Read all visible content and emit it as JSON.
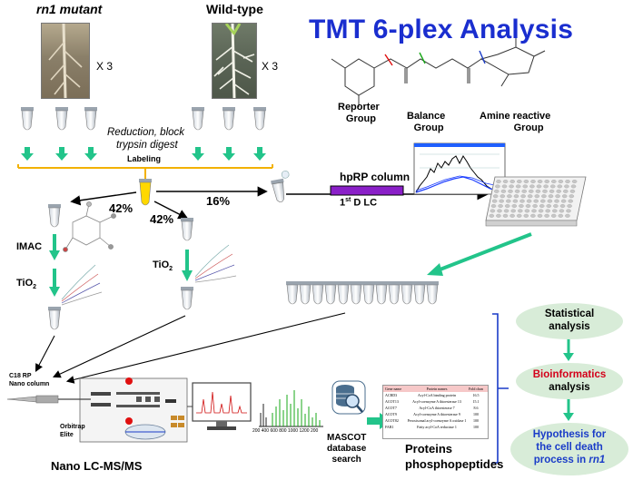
{
  "title": "TMT 6-plex Analysis",
  "samples": {
    "mutant_label": "rn1 mutant",
    "wildtype_label": "Wild-type",
    "mutant_replicates": "X 3",
    "wildtype_replicates": "X 3"
  },
  "steps": {
    "reduction": "Reduction, block",
    "digest": "trypsin digest",
    "labeling": "Labeling",
    "pct_left": "42%",
    "pct_mid": "42%",
    "pct_right": "16%",
    "hprp_column": "hpRP  column",
    "first_d_lc": "1",
    "first_d_lc_sup": "st",
    "first_d_lc_rest": " D LC",
    "imac": "IMAC",
    "tio2_left": "TiO",
    "tio2_left_sub": "2",
    "tio2_mid": "TiO",
    "tio2_mid_sub": "2"
  },
  "tmt_groups": {
    "reporter": "Reporter",
    "reporter2": "Group",
    "balance": "Balance",
    "balance2": "Group",
    "amine": "Amine reactive",
    "amine2": "Group"
  },
  "ms": {
    "c18": "C18 RP",
    "nano_column": "Nano column",
    "orbitrap": "Orbitrap",
    "elite": "Elite",
    "nano_lcms": "Nano LC-MS/MS",
    "axis_ticks": "200  400  600  800 1000 1200 200"
  },
  "search": {
    "mascot": "MASCOT",
    "database": "database",
    "search": "search",
    "proteins": "Proteins",
    "phospho": "phosphopeptides"
  },
  "results_table": {
    "headers": [
      "Gene name",
      "Protein names",
      "Fold change"
    ],
    "rows": [
      [
        "ACBD3",
        "Acyl-CoA binding protein",
        "16.5"
      ],
      [
        "ACOT13",
        "Acyl-coenzyme A thioesterase 13",
        "15.1"
      ],
      [
        "ACOT7",
        "Acyl-CoA thioesterase 7",
        "8.6"
      ],
      [
        "ACOT9",
        "Acyl-coenzyme A thioesterase 9",
        "100"
      ],
      [
        "ACOT82",
        "Peroxisomal acyl-coenzyme A oxidase 1",
        "100"
      ],
      [
        "FAR1",
        "Fatty acyl-CoA reductase 1",
        "100"
      ]
    ]
  },
  "pipeline": {
    "statistical": "Statistical",
    "analysis": "analysis",
    "bioinformatics": "Bioinformatics",
    "bio_analysis": "analysis",
    "hypothesis1": "Hypothesis for",
    "hypothesis2": "the cell death",
    "hypothesis3": "process in",
    "hypothesis3_it": " rn1"
  },
  "colors": {
    "title": "#1a2ecf",
    "arrow_green": "#22c48a",
    "orange_line": "#f2b100",
    "purple_column": "#8a1fc8",
    "bio_red": "#d4001a",
    "bracket_blue": "#1a3cc8",
    "node_fill": "#d8ecd8"
  }
}
